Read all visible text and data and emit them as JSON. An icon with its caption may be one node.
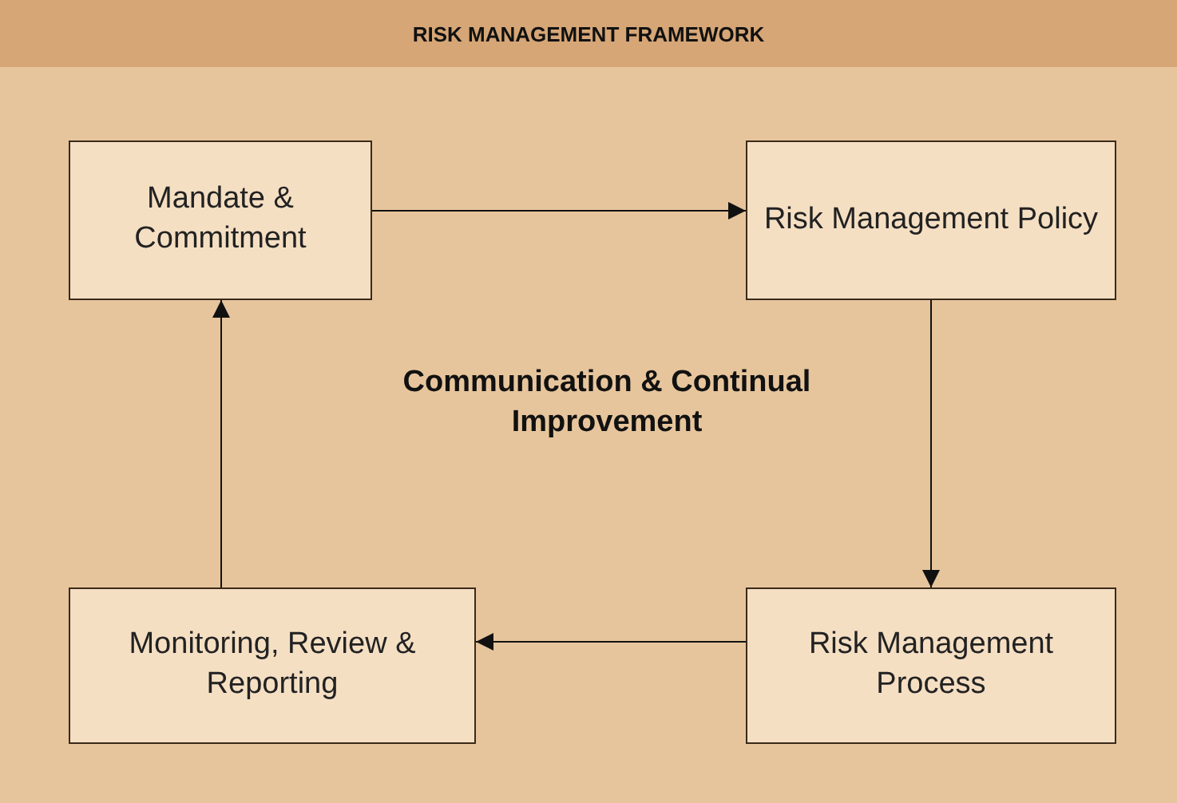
{
  "diagram": {
    "title": "RISK MANAGEMENT FRAMEWORK",
    "nodes": [
      {
        "text": [
          "Mandate & Commitment"
        ]
      },
      {
        "text": [
          "Risk Management Policy"
        ]
      },
      {
        "text": [
          "Monitoring, Review & Reporting"
        ]
      },
      {
        "text": [
          "Risk Management Process"
        ]
      }
    ],
    "edges": [
      {
        "from": 0,
        "to": 1,
        "arrow": "to"
      },
      {
        "from": 1,
        "to": 3,
        "arrow": "to"
      },
      {
        "from": 3,
        "to": 2,
        "arrow": "to"
      },
      {
        "from": 2,
        "to": 0,
        "arrow": "to"
      }
    ],
    "labels": [
      "Communication & Continual Improvement"
    ]
  }
}
